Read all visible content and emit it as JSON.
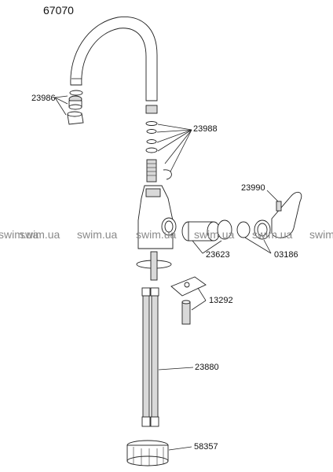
{
  "model_number": "67070",
  "watermark": "swim.ua",
  "parts": {
    "aerator": "23986",
    "o_rings": "23988",
    "handle_screw": "23990",
    "cartridge": "23623",
    "cover_set": "03186",
    "mounting": "13292",
    "hose": "23880",
    "nut": "58357"
  }
}
